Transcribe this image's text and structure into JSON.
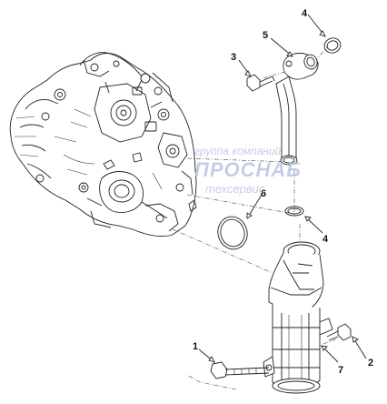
{
  "callouts": {
    "c1": "1",
    "c2": "2",
    "c3": "3",
    "c4a": "4",
    "c4b": "4",
    "c5": "5",
    "c6": "6",
    "c7": "7"
  },
  "watermark": {
    "line1": "группа компаний",
    "line2": "ПРОСНАБ",
    "line3": "техсервис"
  },
  "colors": {
    "line": "#222222",
    "watermark": "#b9c6e2"
  }
}
